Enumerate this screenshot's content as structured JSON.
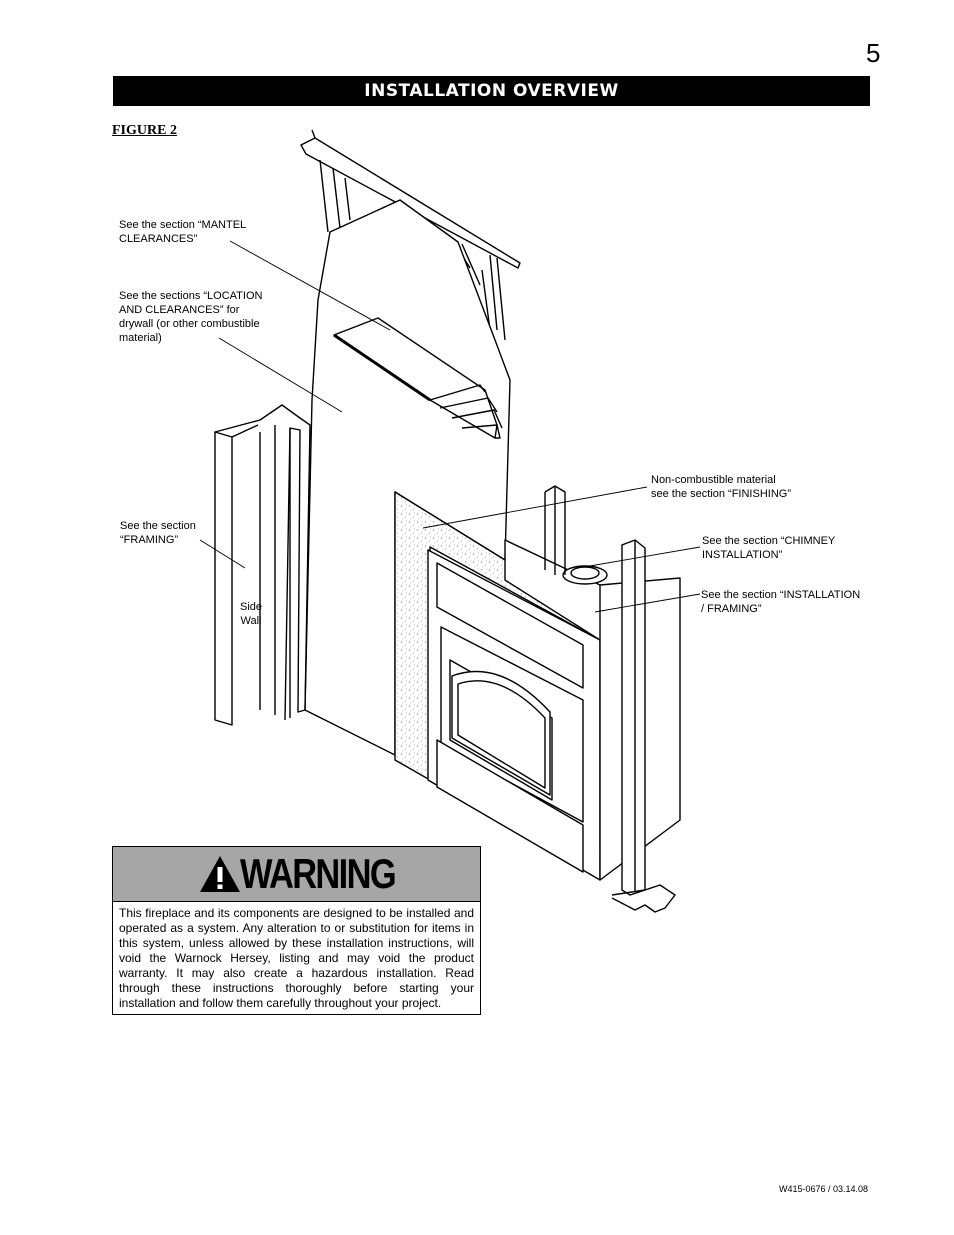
{
  "page": {
    "number": "5",
    "section_title": "INSTALLATION OVERVIEW",
    "footer_code": "W415-0676 / 03.14.08"
  },
  "figure": {
    "label": "FIGURE 2",
    "callouts": {
      "mantel": [
        "See the section “MANTEL",
        "CLEARANCES”"
      ],
      "location": [
        "See the sections “LOCATION",
        "AND CLEARANCES” for",
        "drywall (or other combustible",
        "material)"
      ],
      "framing": [
        "See the section",
        "“FRAMING”"
      ],
      "side_wall": [
        "Side",
        "Wall"
      ],
      "noncombustible": [
        "Non-combustible material",
        "see the section “FINISHING”"
      ],
      "chimney": [
        "See the section “CHIMNEY",
        "INSTALLATION”"
      ],
      "install_framing": [
        "See the section “INSTALLATION",
        "/ FRAMING”"
      ]
    }
  },
  "warning": {
    "title": "WARNING",
    "icon": "warning-triangle-icon",
    "text": "This fireplace and its components are designed to be installed and operated as a system. Any alteration to or substitution for items in this system, unless allowed by these installation instructions, will void the Warnock Hersey, listing and may void the product warranty. It may also create a hazardous installation. Read through these instructions thoroughly before starting your installation and follow them carefully throughout your project."
  }
}
